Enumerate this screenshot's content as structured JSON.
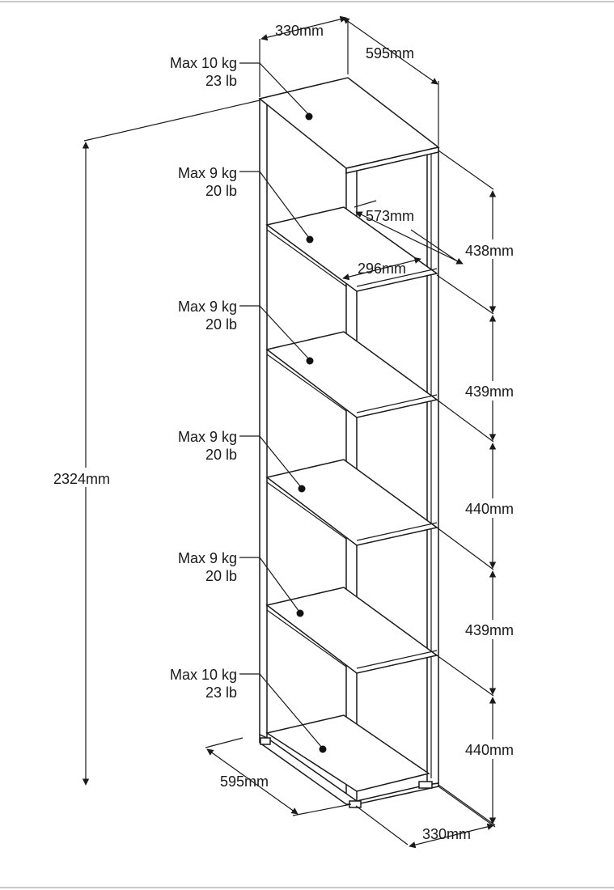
{
  "colors": {
    "line": "#1a1a1a",
    "background": "#ffffff"
  },
  "top_dimensions": {
    "depth": "330mm",
    "width": "595mm"
  },
  "inner_dimensions": {
    "shelf_width": "573mm",
    "shelf_depth": "296mm"
  },
  "height": "2324mm",
  "bottom_dimensions": {
    "width": "595mm",
    "depth": "330mm"
  },
  "shelf_gaps": [
    "438mm",
    "439mm",
    "440mm",
    "439mm",
    "440mm"
  ],
  "loads": [
    {
      "kg": "Max 10 kg",
      "lb": "23 lb"
    },
    {
      "kg": "Max 9 kg",
      "lb": "20 lb"
    },
    {
      "kg": "Max 9 kg",
      "lb": "20 lb"
    },
    {
      "kg": "Max 9 kg",
      "lb": "20 lb"
    },
    {
      "kg": "Max 9 kg",
      "lb": "20 lb"
    },
    {
      "kg": "Max 10 kg",
      "lb": "23 lb"
    }
  ]
}
